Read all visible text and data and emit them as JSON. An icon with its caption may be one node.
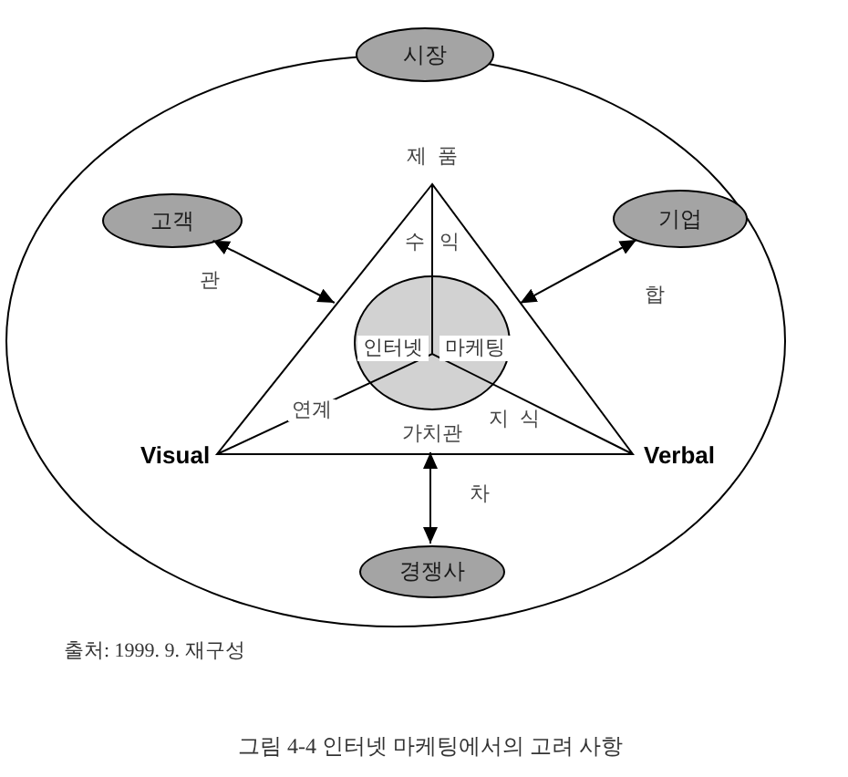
{
  "diagram": {
    "caption": "그림 4-4 인터넷 마케팅에서의 고려 사항",
    "nodes": [
      {
        "text": [],
        "shape": "ellipse"
      },
      {
        "text": [
          "시장"
        ]
      },
      {
        "text": [
          "고객"
        ],
        "in": 0
      },
      {
        "text": [
          "기업"
        ],
        "in": 0
      },
      {
        "text": [
          "수익",
          "연계",
          "지식",
          "가치관"
        ],
        "beside": [
          "제품",
          "Visual",
          "Verbal"
        ],
        "in": 0
      },
      {
        "text": [
          "인터넷",
          "마케팅"
        ],
        "in": 4
      },
      {
        "text": [
          "경쟁사"
        ],
        "in": 0
      }
    ],
    "edges": [
      {
        "from": 2,
        "to": 4,
        "arrow": "both",
        "label": "관"
      },
      {
        "from": 3,
        "to": 4,
        "arrow": "both",
        "label": "합"
      },
      {
        "from": 4,
        "to": 6,
        "arrow": "both",
        "label": "차"
      }
    ],
    "labels": [
      "출처: 1999. 9. 재구성"
    ]
  }
}
